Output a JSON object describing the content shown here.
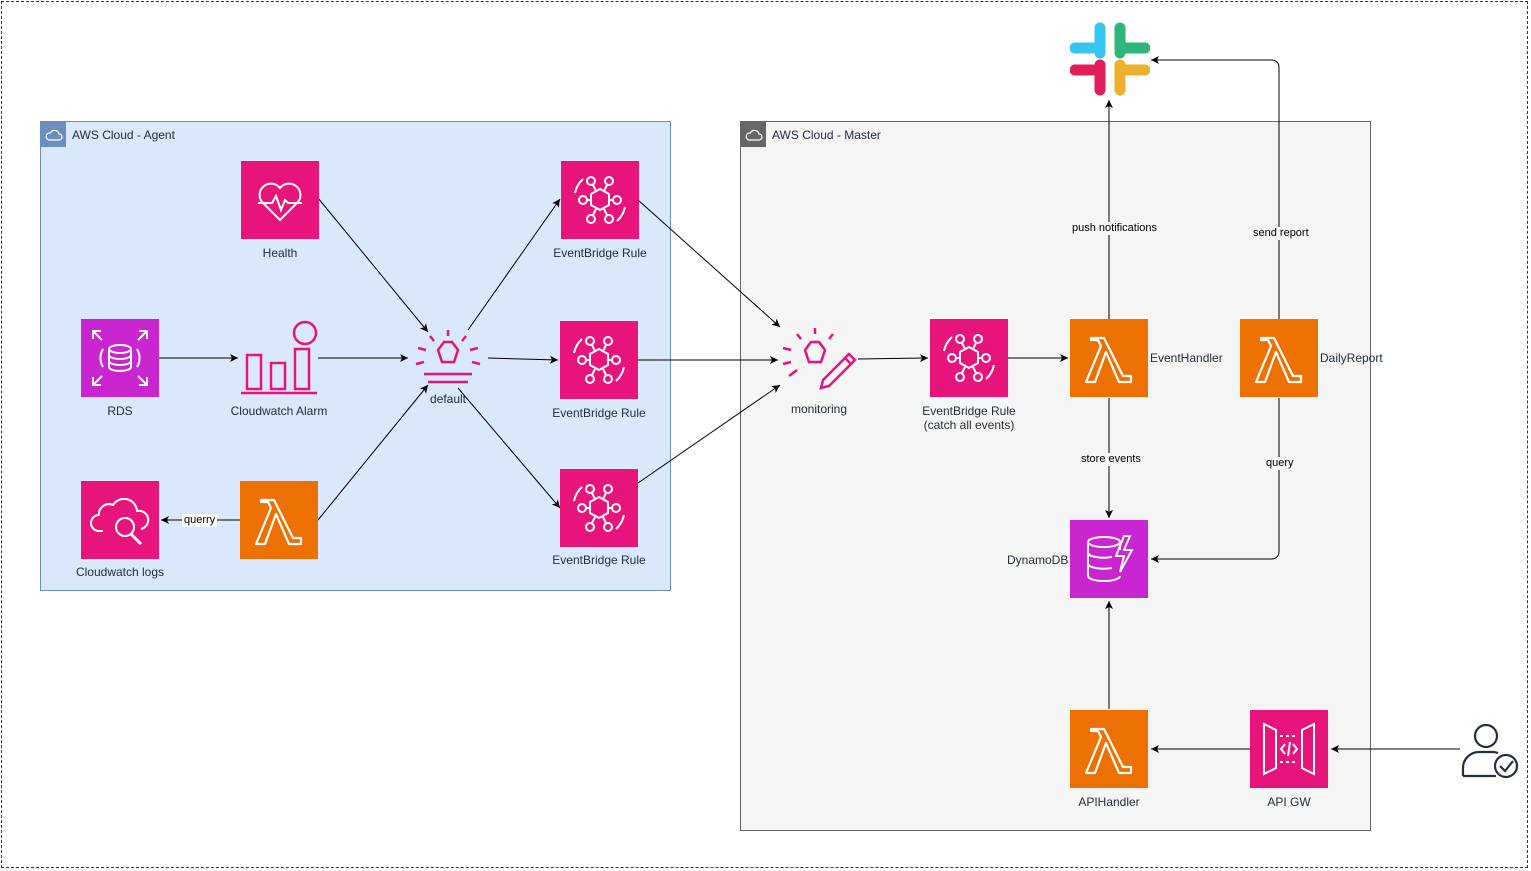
{
  "groups": {
    "agent": "AWS Cloud - Agent",
    "master": "AWS Cloud - Master"
  },
  "nodes": {
    "health": "Health",
    "rds": "RDS",
    "cloudwatch_alarm": "Cloudwatch Alarm",
    "cloudwatch_logs": "Cloudwatch logs",
    "default_bus": "default",
    "rule_1": "EventBridge Rule",
    "rule_2": "EventBridge Rule",
    "rule_3": "EventBridge Rule",
    "monitoring_bus": "monitoring",
    "catch_all_rule_line1": "EventBridge Rule",
    "catch_all_rule_line2": "(catch all events)",
    "event_handler": "EventHandler",
    "daily_report": "DailyReport",
    "dynamodb": "DynamoDB",
    "api_handler": "APIHandler",
    "api_gw": "API GW"
  },
  "edge_labels": {
    "querry": "querry",
    "push_notifications": "push notifications",
    "send_report": "send report",
    "store_events": "store events",
    "query": "query"
  },
  "icons": {
    "health": "health-heart-icon",
    "rds": "rds-database-icon",
    "alarm": "cloudwatch-alarm-icon",
    "logs": "cloudwatch-logs-icon",
    "lambda": "lambda-icon",
    "event_bus": "event-bus-icon",
    "eventbridge_rule": "eventbridge-rule-icon",
    "dynamodb": "dynamodb-icon",
    "api_gateway": "api-gateway-icon",
    "slack": "slack-logo-icon",
    "user": "authenticated-user-icon"
  },
  "colors": {
    "pink": "#e7157b",
    "purple": "#c925d1",
    "orange": "#ed7100",
    "agent_fill": "#dae8fc",
    "master_fill": "#f5f5f5"
  }
}
